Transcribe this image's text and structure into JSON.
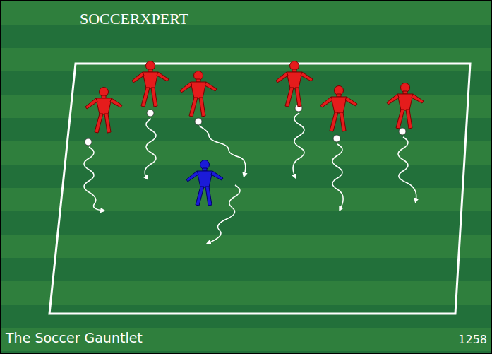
{
  "diagram": {
    "caption": "The Soccer Gauntlet",
    "labels": [
      "SOCCERXPERT",
      "1258"
    ]
  }
}
